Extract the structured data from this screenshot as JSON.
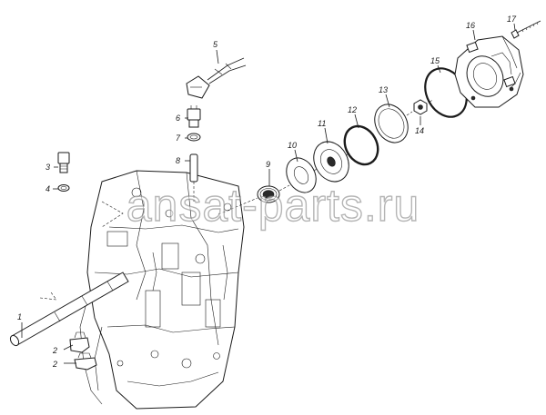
{
  "watermark": "ansat-parts.ru",
  "callouts": {
    "c1": "1",
    "c2a": "2",
    "c2b": "2",
    "c3": "3",
    "c4": "4",
    "c5": "5",
    "c6": "6",
    "c7": "7",
    "c8": "8",
    "c9": "9",
    "c10": "10",
    "c11": "11",
    "c12": "12",
    "c13": "13",
    "c14": "14",
    "c15": "15",
    "c16": "16",
    "c17": "17"
  }
}
